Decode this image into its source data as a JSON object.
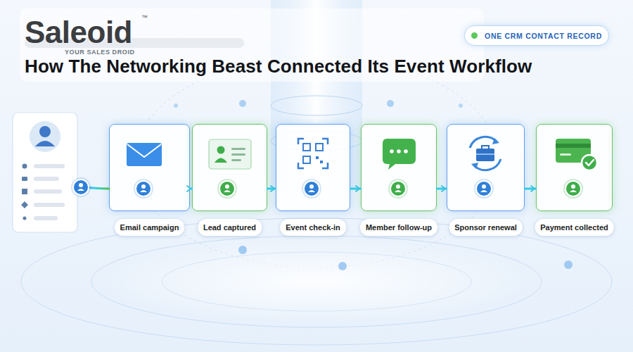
{
  "diagram": {
    "title": "How The Networking Beast Connected Its Event Workflow",
    "nodes": [
      {
        "text": [
          "ONE CRM CONTACT RECORD"
        ]
      },
      {
        "text": [
          "Email campaign"
        ]
      },
      {
        "text": [
          "Lead captured"
        ]
      },
      {
        "text": [
          "Event check-in"
        ]
      },
      {
        "text": [
          "Member follow-up"
        ]
      },
      {
        "text": [
          "Sponsor renewal"
        ]
      },
      {
        "text": [
          "Payment collected"
        ]
      }
    ],
    "edges": [
      {
        "from": 1,
        "to": 2,
        "arrow": "to"
      },
      {
        "from": 2,
        "to": 3,
        "arrow": "to"
      },
      {
        "from": 3,
        "to": 4,
        "arrow": "to"
      },
      {
        "from": 4,
        "to": 5,
        "arrow": "to"
      },
      {
        "from": 5,
        "to": 6,
        "arrow": "to"
      }
    ],
    "labels": [
      "Saleoid",
      "™",
      "YOUR SALES DROID"
    ]
  }
}
